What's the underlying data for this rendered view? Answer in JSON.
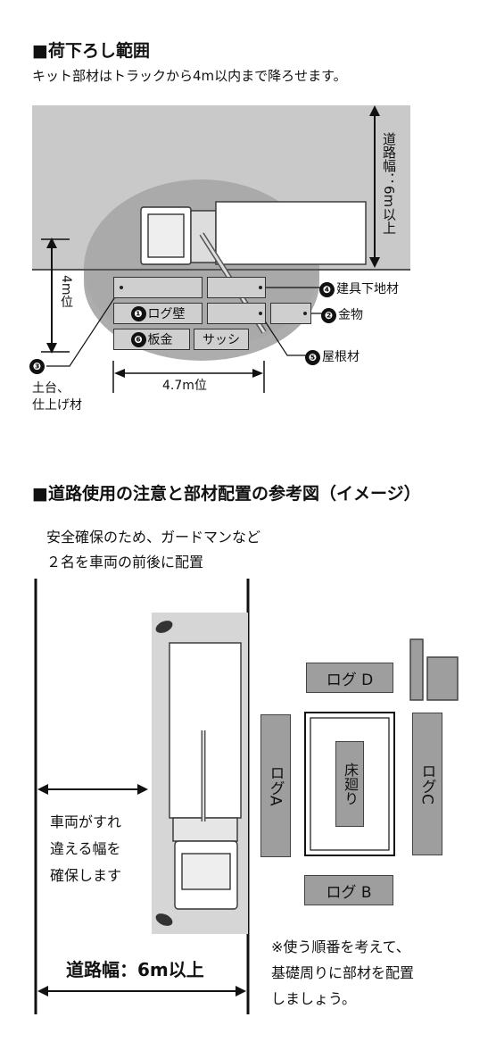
{
  "section1": {
    "title": "■荷下ろし範囲",
    "subtitle": "キット部材はトラックから4m以内まで降ろせます。",
    "road_width_label": "道路幅：6m以上",
    "depth_label": "4m位",
    "width_label": "4.7m位",
    "items": [
      {
        "num": "❶",
        "label": "ログ壁"
      },
      {
        "num": "❷",
        "label": "金物"
      },
      {
        "num": "❸",
        "label": "土台、仕上げ材",
        "line1": "土台、",
        "line2": "仕上げ材"
      },
      {
        "num": "❹",
        "label": "建具下地材"
      },
      {
        "num": "❺",
        "label": "屋根材"
      },
      {
        "num": "❻",
        "label": "板金"
      }
    ],
    "sash_label": "サッシ",
    "colors": {
      "road": "#c9c9c9",
      "zone": "#a6a6a6",
      "box": "#cfcfcf"
    }
  },
  "section2": {
    "title": "■道路使用の注意と部材配置の参考図（イメージ）",
    "note_line1": "安全確保のため、ガードマンなど",
    "note_line2": "２名を車両の前後に配置",
    "pass_lines": [
      "車両がすれ",
      "違える幅を",
      "確保します"
    ],
    "road_width_label": "道路幅：6m以上",
    "log_a": "ログA",
    "log_b": "ログ B",
    "log_c": "ログC",
    "log_d": "ログ D",
    "floor": "床廻り",
    "tip_lines": [
      "※使う順番を考えて、",
      "基礎周りに部材を配置",
      "しましょう。"
    ],
    "colors": {
      "truck_zone": "#d6d6d6",
      "part": "#9e9e9e"
    }
  }
}
